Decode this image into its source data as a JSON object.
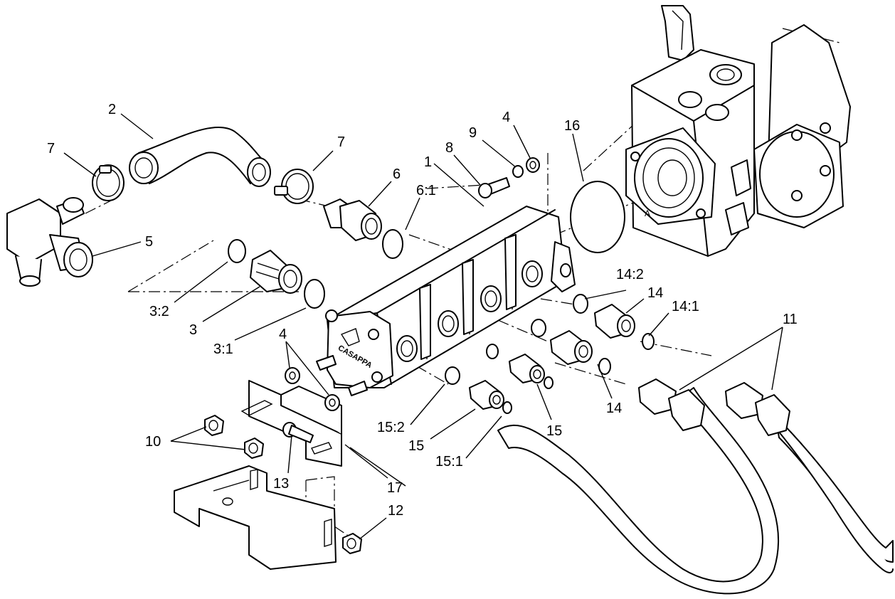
{
  "callouts": {
    "c1": "1",
    "c2": "2",
    "c3": "3",
    "c3_1": "3:1",
    "c3_2": "3:2",
    "c4_top": "4",
    "c4_bracket": "4",
    "c5": "5",
    "c6": "6",
    "c6_1": "6:1",
    "c7_left": "7",
    "c7_right": "7",
    "c8": "8",
    "c9": "9",
    "c10": "10",
    "c11": "11",
    "c12": "12",
    "c13": "13",
    "c14_upper": "14",
    "c14_lower": "14",
    "c14_1": "14:1",
    "c14_2": "14:2",
    "c15_left": "15",
    "c15_right": "15",
    "c15_1": "15:1",
    "c15_2": "15:2",
    "c16": "16",
    "c17": "17"
  },
  "labels": {
    "pump_brand": "CASAPPA",
    "housing_mark": "A"
  },
  "colors": {
    "line": "#000000",
    "background": "#ffffff"
  }
}
